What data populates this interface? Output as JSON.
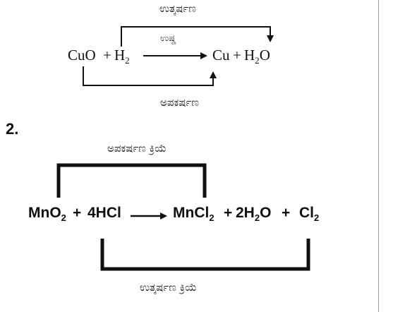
{
  "reaction1": {
    "top_label": "ಉತ್ಕರ್ಷಣ",
    "arrow_label": "ಉಷ್ಣ",
    "bottom_label": "ಅಪಕರ್ಷಣ",
    "reactant1": "CuO",
    "plus1": "+",
    "reactant2_base": "H",
    "reactant2_sub": "2",
    "product1": "Cu",
    "plus2": "+",
    "product2_base": "H",
    "product2_sub": "2",
    "product2_tail": "O"
  },
  "section_label": "2.",
  "reaction2": {
    "top_label": "ಅಪಕರ್ಷಣ ಕ್ರಿಯೆ",
    "bottom_label": "ಉತ್ಕರ್ಷಣ ಕ್ರಿಯೆ",
    "reactant1_base": "MnO",
    "reactant1_sub": "2",
    "plus1": "+",
    "reactant2": "4HCl",
    "product1_base": "MnCl",
    "product1_sub": "2",
    "plus2": "+",
    "product2_pre": "2H",
    "product2_sub": "2",
    "product2_tail": "O",
    "plus3": "+",
    "product3_base": "Cl",
    "product3_sub": "2"
  }
}
